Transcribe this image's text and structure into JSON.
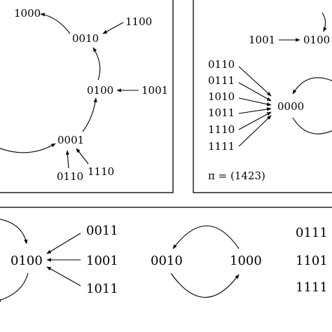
{
  "panel_top_left": {
    "nodes": {
      "n1000": "1000",
      "n0010": "0010",
      "n1100": "1100",
      "n0100": "0100",
      "n1001": "1001",
      "n0001": "0001",
      "n0110": "0110",
      "n1110": "1110"
    }
  },
  "panel_top_right": {
    "nodes": {
      "n1001": "1001",
      "n0100": "0100",
      "n0000": "0000"
    },
    "inputs": [
      "0110",
      "0111",
      "1010",
      "1011",
      "1110",
      "1111"
    ],
    "pi_label": "π = (1423)"
  },
  "panel_bottom": {
    "left": {
      "center": "0100",
      "inputs": [
        "0011",
        "1001",
        "1011"
      ]
    },
    "middle": {
      "left_node": "0010",
      "right_node": "1000"
    },
    "right": {
      "labels": [
        "0111",
        "1101",
        "1111"
      ]
    }
  }
}
